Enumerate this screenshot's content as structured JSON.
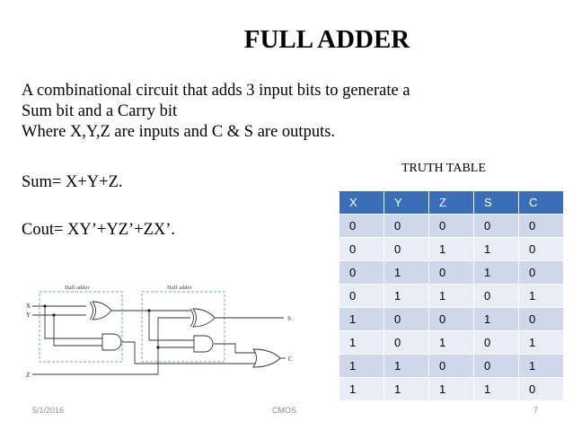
{
  "slide": {
    "title": "FULL ADDER",
    "description": [
      "A combinational circuit that adds 3 input bits to generate a",
      "Sum bit and a Carry bit",
      "Where X,Y,Z are inputs and C & S are outputs."
    ],
    "sum_equation": "Sum=  X+Y+Z.",
    "cout_equation": "Cout= XY’+YZ’+ZX’."
  },
  "truth_table": {
    "title": "TRUTH TABLE",
    "headers": [
      "X",
      "Y",
      "Z",
      "S",
      "C"
    ],
    "rows": [
      [
        "0",
        "0",
        "0",
        "0",
        "0"
      ],
      [
        "0",
        "0",
        "1",
        "1",
        "0"
      ],
      [
        "0",
        "1",
        "0",
        "1",
        "0"
      ],
      [
        "0",
        "1",
        "1",
        "0",
        "1"
      ],
      [
        "1",
        "0",
        "0",
        "1",
        "0"
      ],
      [
        "1",
        "0",
        "1",
        "0",
        "1"
      ],
      [
        "1",
        "1",
        "0",
        "0",
        "1"
      ],
      [
        "1",
        "1",
        "1",
        "1",
        "0"
      ]
    ]
  },
  "circuit": {
    "half_adder_1_label": "Half adder",
    "half_adder_2_label": "Half adder",
    "input_x": "X",
    "input_y": "Y",
    "input_z": "Z",
    "output_s": "S",
    "output_c": "C"
  },
  "footer": {
    "date": "5/1/2016",
    "center": "CMOS",
    "page": "7"
  }
}
